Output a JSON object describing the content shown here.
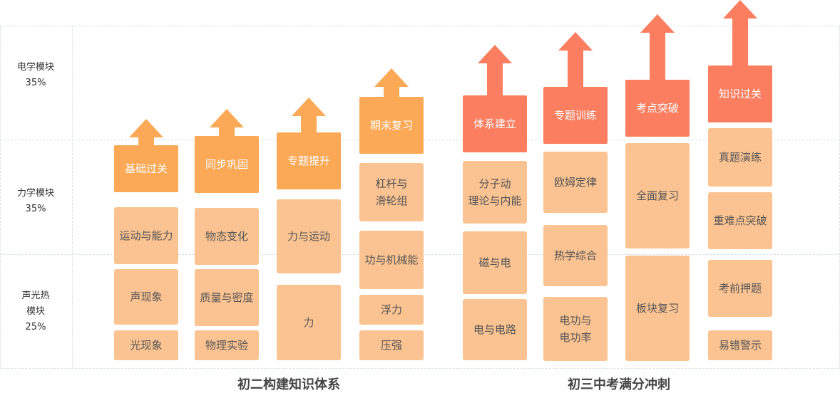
{
  "rows": [
    {
      "name": "电学模块",
      "pct": "35%"
    },
    {
      "name": "力学模块",
      "pct": "35%"
    },
    {
      "name": "声光热",
      "name2": "模块",
      "pct": "25%"
    }
  ],
  "sections": {
    "left": "初二构建知识体系",
    "right": "初三中考满分冲刺"
  },
  "columns": [
    {
      "head": "基础过关",
      "items": [
        "运动与能力",
        "声现象",
        "光现象"
      ]
    },
    {
      "head": "同步巩固",
      "items": [
        "物态变化",
        "质量与密度",
        "物理实验"
      ]
    },
    {
      "head": "专题提升",
      "items": [
        "力与运动",
        "力"
      ]
    },
    {
      "head": "期末复习",
      "items": [
        "杠杆与\n滑轮组",
        "功与机械能",
        "浮力",
        "压强"
      ]
    },
    {
      "head": "体系建立",
      "items": [
        "分子动\n理论与内能",
        "磁与电",
        "电与电路"
      ]
    },
    {
      "head": "专题训练",
      "items": [
        "欧姆定律",
        "热学综合",
        "电功与\n电功率"
      ]
    },
    {
      "head": "考点突破",
      "items": [
        "全面复习",
        "板块复习"
      ]
    },
    {
      "head": "知识过关",
      "items": [
        "真题演练",
        "重难点突破",
        "考前押题",
        "易错警示"
      ]
    }
  ],
  "colors": {
    "light": "#fbc391",
    "orange": "#fba957",
    "red": "#fa7e5f"
  }
}
